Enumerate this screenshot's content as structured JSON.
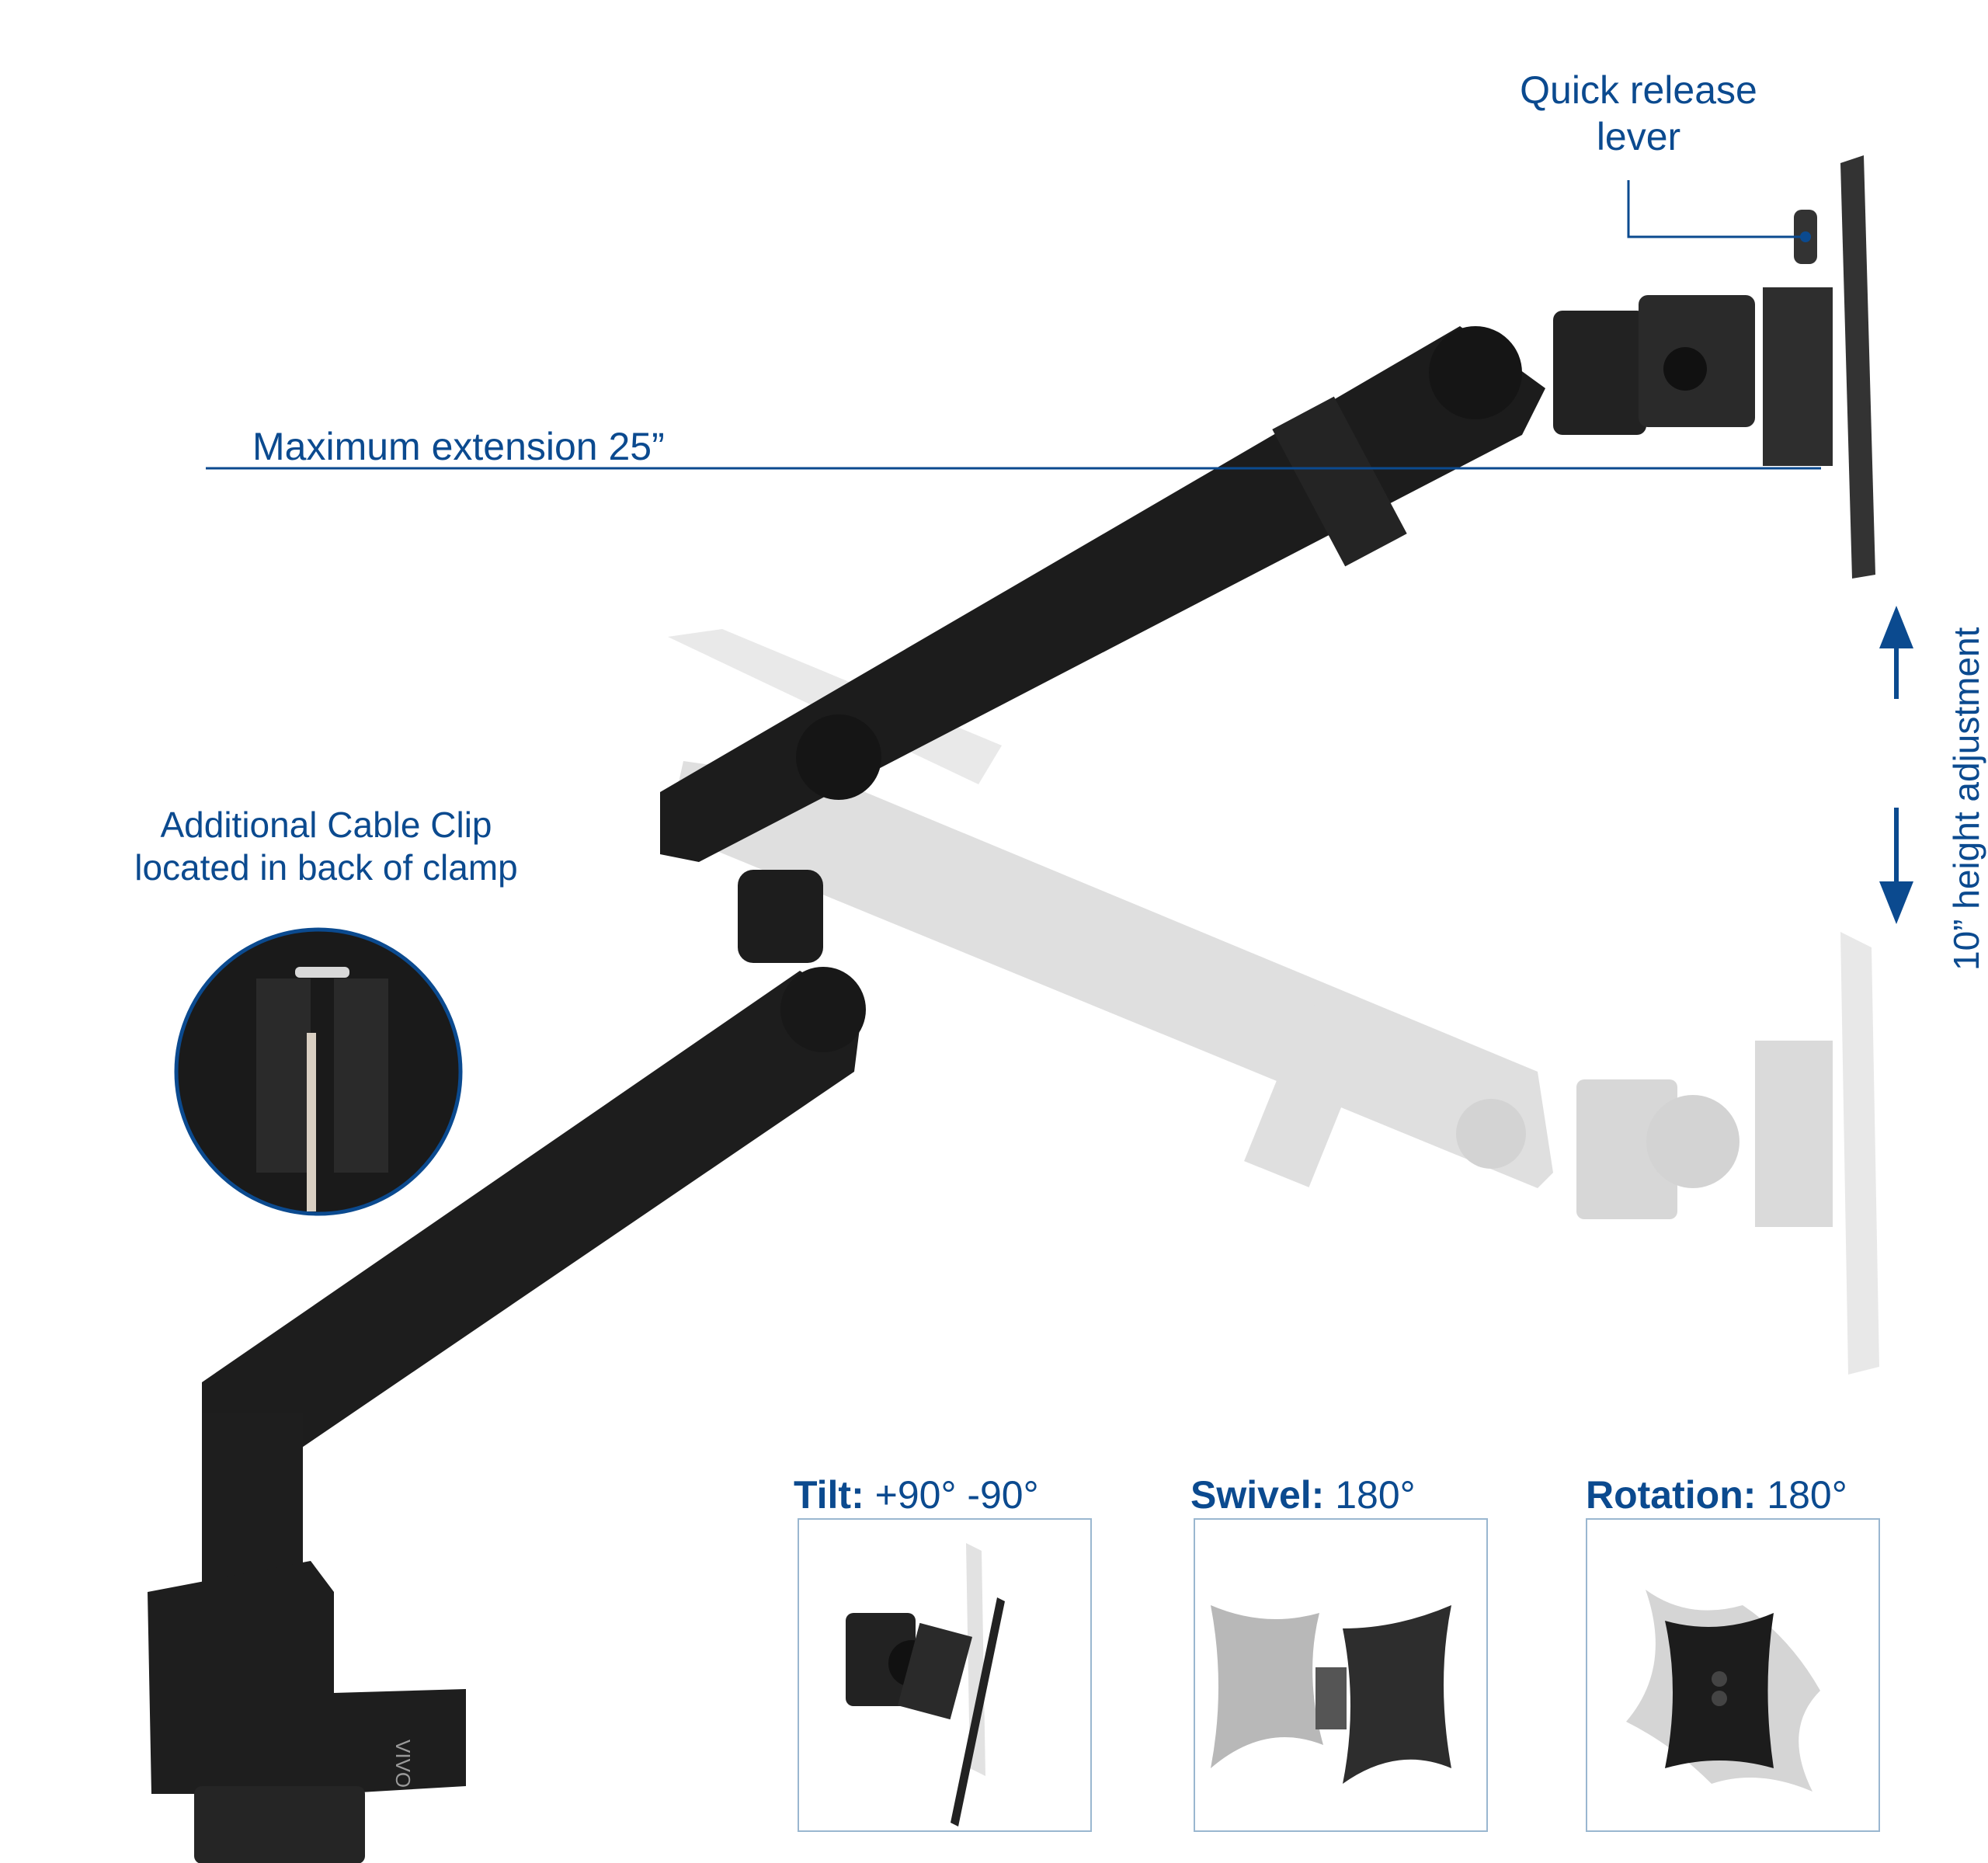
{
  "colors": {
    "accent": "#0b4a8f",
    "arm": "#1b1b1b",
    "ghost_arm": "#d9d9d9",
    "box_border": "#9ab7d0",
    "background": "#ffffff"
  },
  "callouts": {
    "quick_release": {
      "line1": "Quick release",
      "line2": "lever"
    },
    "max_extension": "Maximum extension 25”",
    "cable_clip": {
      "line1": "Additional Cable Clip",
      "line2": "located in back of clamp"
    },
    "height_adjustment": "10” height adjustment"
  },
  "features": [
    {
      "name": "Tilt:",
      "value": "+90° -90°",
      "icon": "tilt-plate-icon"
    },
    {
      "name": "Swivel:",
      "value": "180°",
      "icon": "swivel-plate-icon"
    },
    {
      "name": "Rotation:",
      "value": "180°",
      "icon": "rotation-plate-icon"
    }
  ],
  "product": {
    "brand_mark": "VIVO",
    "description": "Single monitor arm with gas spring, desk clamp, and VESA plate"
  }
}
